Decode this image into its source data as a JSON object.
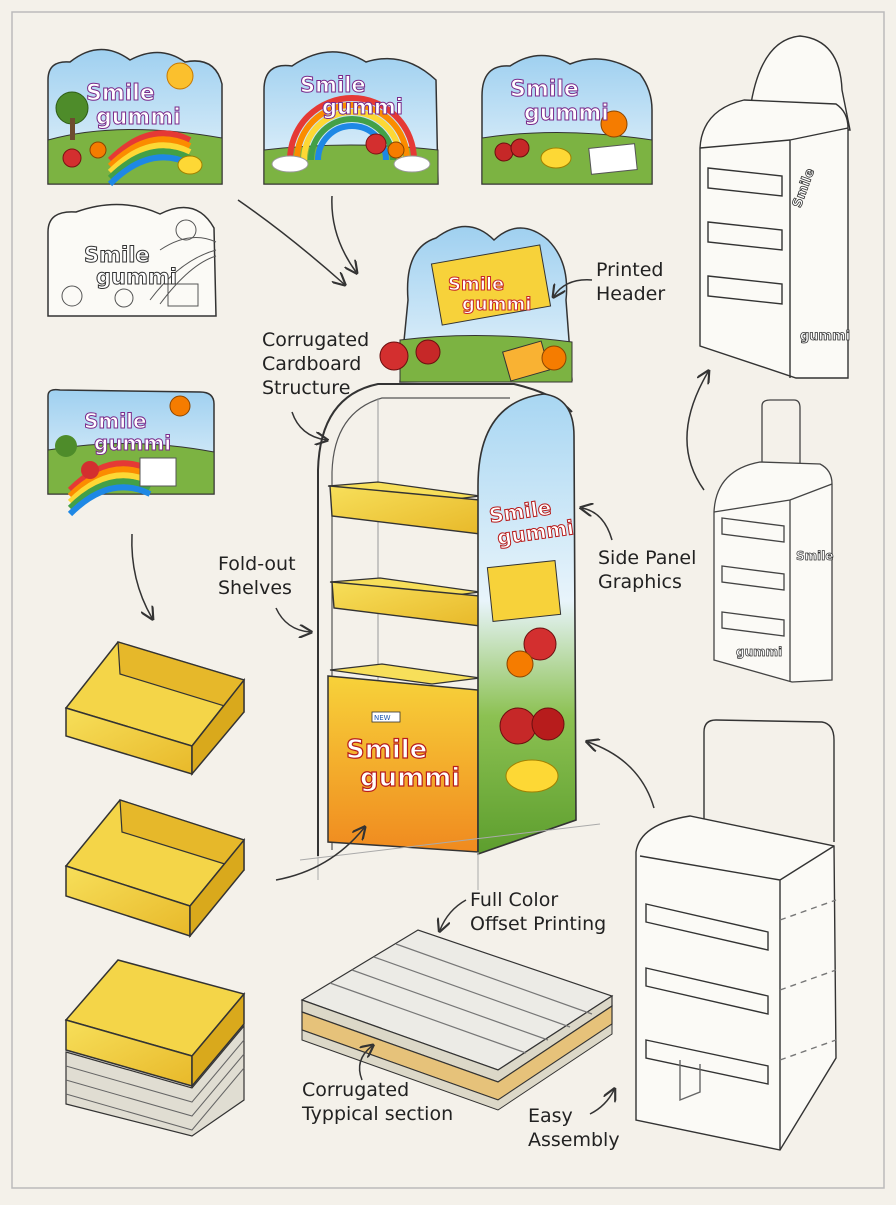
{
  "brand": {
    "word1": "Smile",
    "word2": "gummi",
    "badge": "NEW"
  },
  "labels": {
    "printed_header": [
      "Printed",
      "Header"
    ],
    "corrugated_structure": [
      "Corrugated",
      "Cardboard",
      "Structure"
    ],
    "foldout_shelves": [
      "Fold-out",
      "Shelves"
    ],
    "side_panel": [
      "Side Panel",
      "Graphics"
    ],
    "offset_printing": [
      "Full Color",
      "Offset Printing"
    ],
    "corrugated_section": [
      "Corrugated",
      "Typpical section"
    ],
    "easy_assembly": [
      "Easy",
      "Assembly"
    ]
  },
  "colors": {
    "yellow": "#f3d23a",
    "yellow_dark": "#d9a91c",
    "orange": "#f08a1f",
    "sky": "#bfe0f4",
    "grass": "#7cb342",
    "ink": "#333333",
    "logo_red": "#d6262e"
  }
}
